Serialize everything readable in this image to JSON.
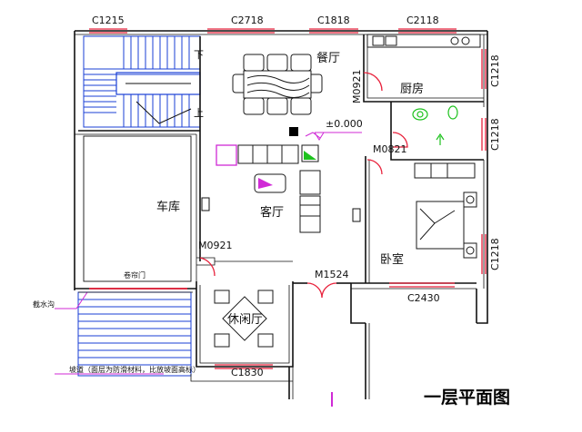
{
  "title": "一层平面图",
  "colors": {
    "wall": "#111111",
    "window": "#e8213b",
    "stair": "#1a3fd6",
    "furniture": "#1a1a1a",
    "accent_magenta": "#d02ad6",
    "accent_green": "#1ec21e"
  },
  "windows": [
    "C1215",
    "C2718",
    "C1818",
    "C2118",
    "C1218",
    "C1218",
    "C1218",
    "C2430",
    "C1830"
  ],
  "doors": [
    "M0921",
    "M0821",
    "M0921",
    "M1524"
  ],
  "rooms": {
    "dining": "餐厅",
    "kitchen": "厨房",
    "garage": "车库",
    "living": "客厅",
    "bedroom": "卧室",
    "leisure": "休闲厅"
  },
  "garage_door": "卷帘门",
  "stair": {
    "down": "下",
    "up": "上"
  },
  "elevation": "±0.000",
  "ramp_label": "截水沟",
  "ramp_note": "坡道（面层为防滑材料，比放坡面高标）"
}
